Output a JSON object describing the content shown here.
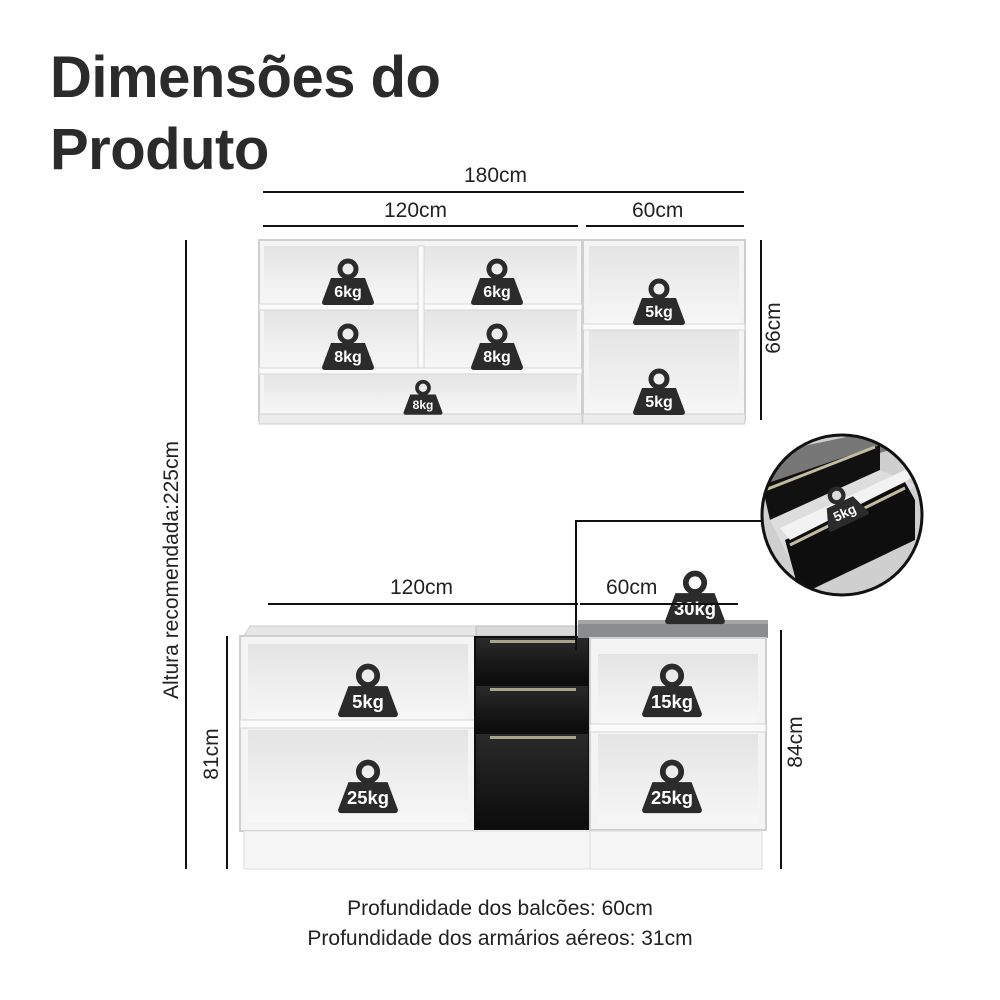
{
  "title_line1": "Dimensões do",
  "title_line2": "Produto",
  "dimensions": {
    "total_width": "180cm",
    "upper_left_width": "120cm",
    "upper_right_width": "60cm",
    "upper_height": "66cm",
    "recommended_height": "Altura recomendada:225cm",
    "lower_left_width": "120cm",
    "lower_right_width": "60cm",
    "lower_left_height": "81cm",
    "lower_right_height": "84cm"
  },
  "weights": {
    "upper_a": "6kg",
    "upper_b": "6kg",
    "upper_c": "8kg",
    "upper_d": "8kg",
    "upper_e": "8kg",
    "upper_f": "5kg",
    "upper_g": "5kg",
    "countertop": "30kg",
    "drawer_zoom": "5kg",
    "lower_left_top": "5kg",
    "lower_left_bottom": "25kg",
    "lower_right_top": "15kg",
    "lower_right_bottom": "25kg"
  },
  "footer": {
    "line1": "Profundidade dos balcões: 60cm",
    "line2": "Profundidade dos armários aéreos: 31cm"
  },
  "colors": {
    "cabinet_white": "#f4f4f4",
    "cabinet_edge": "#d0d0d0",
    "drawer_black": "#111111",
    "countertop_gray": "#8a8c8e",
    "weight_icon": "#2b2b2b"
  }
}
